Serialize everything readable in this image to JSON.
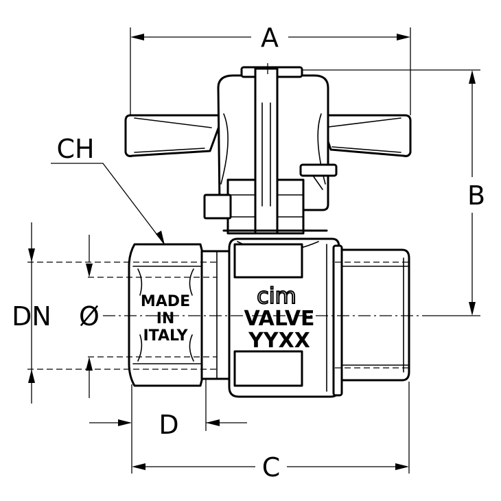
{
  "labels": {
    "a": "A",
    "b": "B",
    "c": "C",
    "d": "D",
    "ch": "CH",
    "dn": "DN",
    "dia": "Ø"
  },
  "marking_left": {
    "line1": "MADE",
    "line2": "IN",
    "line3": "ITALY"
  },
  "marking_body": {
    "brand": "cim",
    "line1": "VALVE",
    "line2": "YYXX"
  }
}
